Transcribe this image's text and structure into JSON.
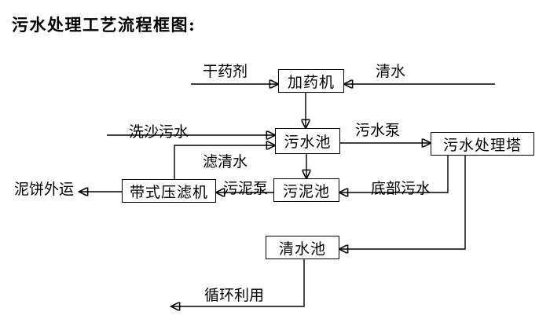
{
  "title": "污水处理工艺流程框图:",
  "diagram": {
    "nodes": {
      "dosing_machine": "加药机",
      "sewage_pool": "污水池",
      "treatment_tower": "污水处理塔",
      "belt_filter_press": "带式压滤机",
      "sludge_pool": "污泥池",
      "clean_water_pool": "清水池"
    },
    "edge_labels": {
      "dry_agent": "干药剂",
      "clean_water": "清水",
      "sand_washing_sewage": "洗沙污水",
      "filtered_water": "滤清水",
      "sewage_pump": "污水泵",
      "bottom_sewage": "底部污水",
      "sludge_pump": "污泥泵",
      "mud_cake_out": "泥饼外运",
      "recycle": "循环利用"
    },
    "colors": {
      "line": "#000000",
      "box_border": "#000000",
      "box_fill": "#ffffff",
      "text": "#000000",
      "background": "#ffffff"
    }
  }
}
